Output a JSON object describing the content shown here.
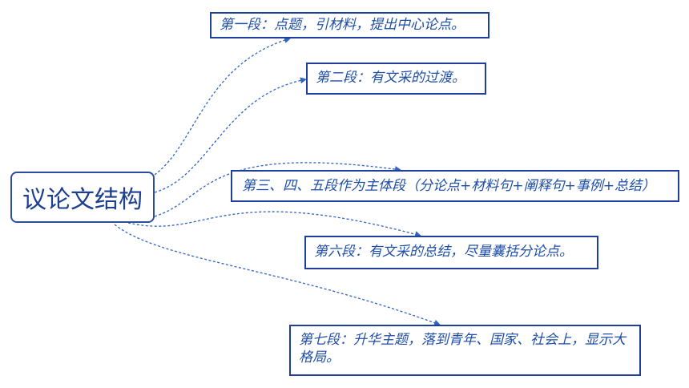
{
  "diagram": {
    "root": {
      "label": "议论文结构"
    },
    "branches": [
      {
        "label": "第一段：点题，引材料，提出中心论点。"
      },
      {
        "label": "第二段：有文采的过渡。"
      },
      {
        "label": "第三、四、五段作为主体段（分论点+材料句+阐释句+事例+总结）"
      },
      {
        "label": "第六段：有文采的总结，尽量囊括分论点。"
      },
      {
        "label": "第七段：升华主题，落到青年、国家、社会上，显示大格局。"
      }
    ],
    "colors": {
      "box_border": "#1f3f9a",
      "text": "#1f4ea6",
      "connector": "#2f63c4"
    }
  }
}
